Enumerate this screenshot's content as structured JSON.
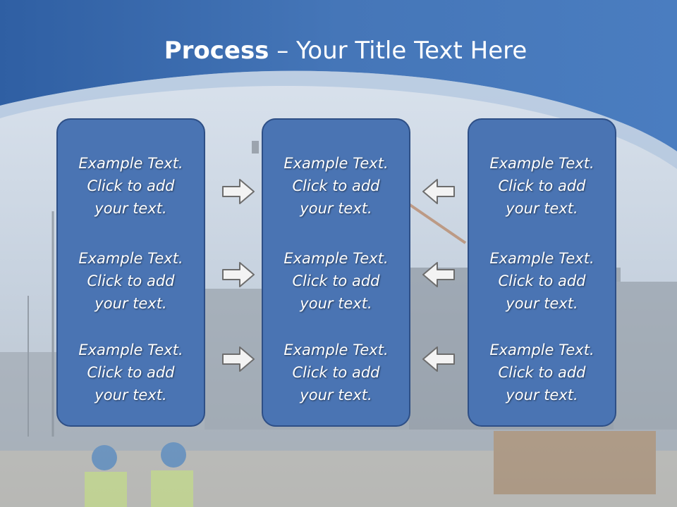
{
  "slide": {
    "title_bold": "Process",
    "title_rest": " – Your Title Text Here"
  },
  "panels": [
    {
      "items": [
        {
          "l1": "Example Text.",
          "l2": "Click  to add",
          "l3": "your text."
        },
        {
          "l1": "Example Text.",
          "l2": "Click  to add",
          "l3": "your text."
        },
        {
          "l1": "Example Text.",
          "l2": "Click  to add",
          "l3": "your text."
        }
      ]
    },
    {
      "items": [
        {
          "l1": "Example Text.",
          "l2": "Click  to add",
          "l3": "your text."
        },
        {
          "l1": "Example Text.",
          "l2": "Click  to add",
          "l3": "your text."
        },
        {
          "l1": "Example Text.",
          "l2": "Click  to add",
          "l3": "your text."
        }
      ]
    },
    {
      "items": [
        {
          "l1": "Example Text.",
          "l2": "Click  to add",
          "l3": "your text."
        },
        {
          "l1": "Example Text.",
          "l2": "Click  to add",
          "l3": "your text."
        },
        {
          "l1": "Example Text.",
          "l2": "Click  to add",
          "l3": "your text."
        }
      ]
    }
  ],
  "arrows": {
    "left_column": "arrow-right-icon",
    "right_column": "arrow-left-icon"
  },
  "colors": {
    "header_blue": "#3f6fb0",
    "panel_fill": "#4a74b3",
    "panel_border": "#2e4f86"
  }
}
